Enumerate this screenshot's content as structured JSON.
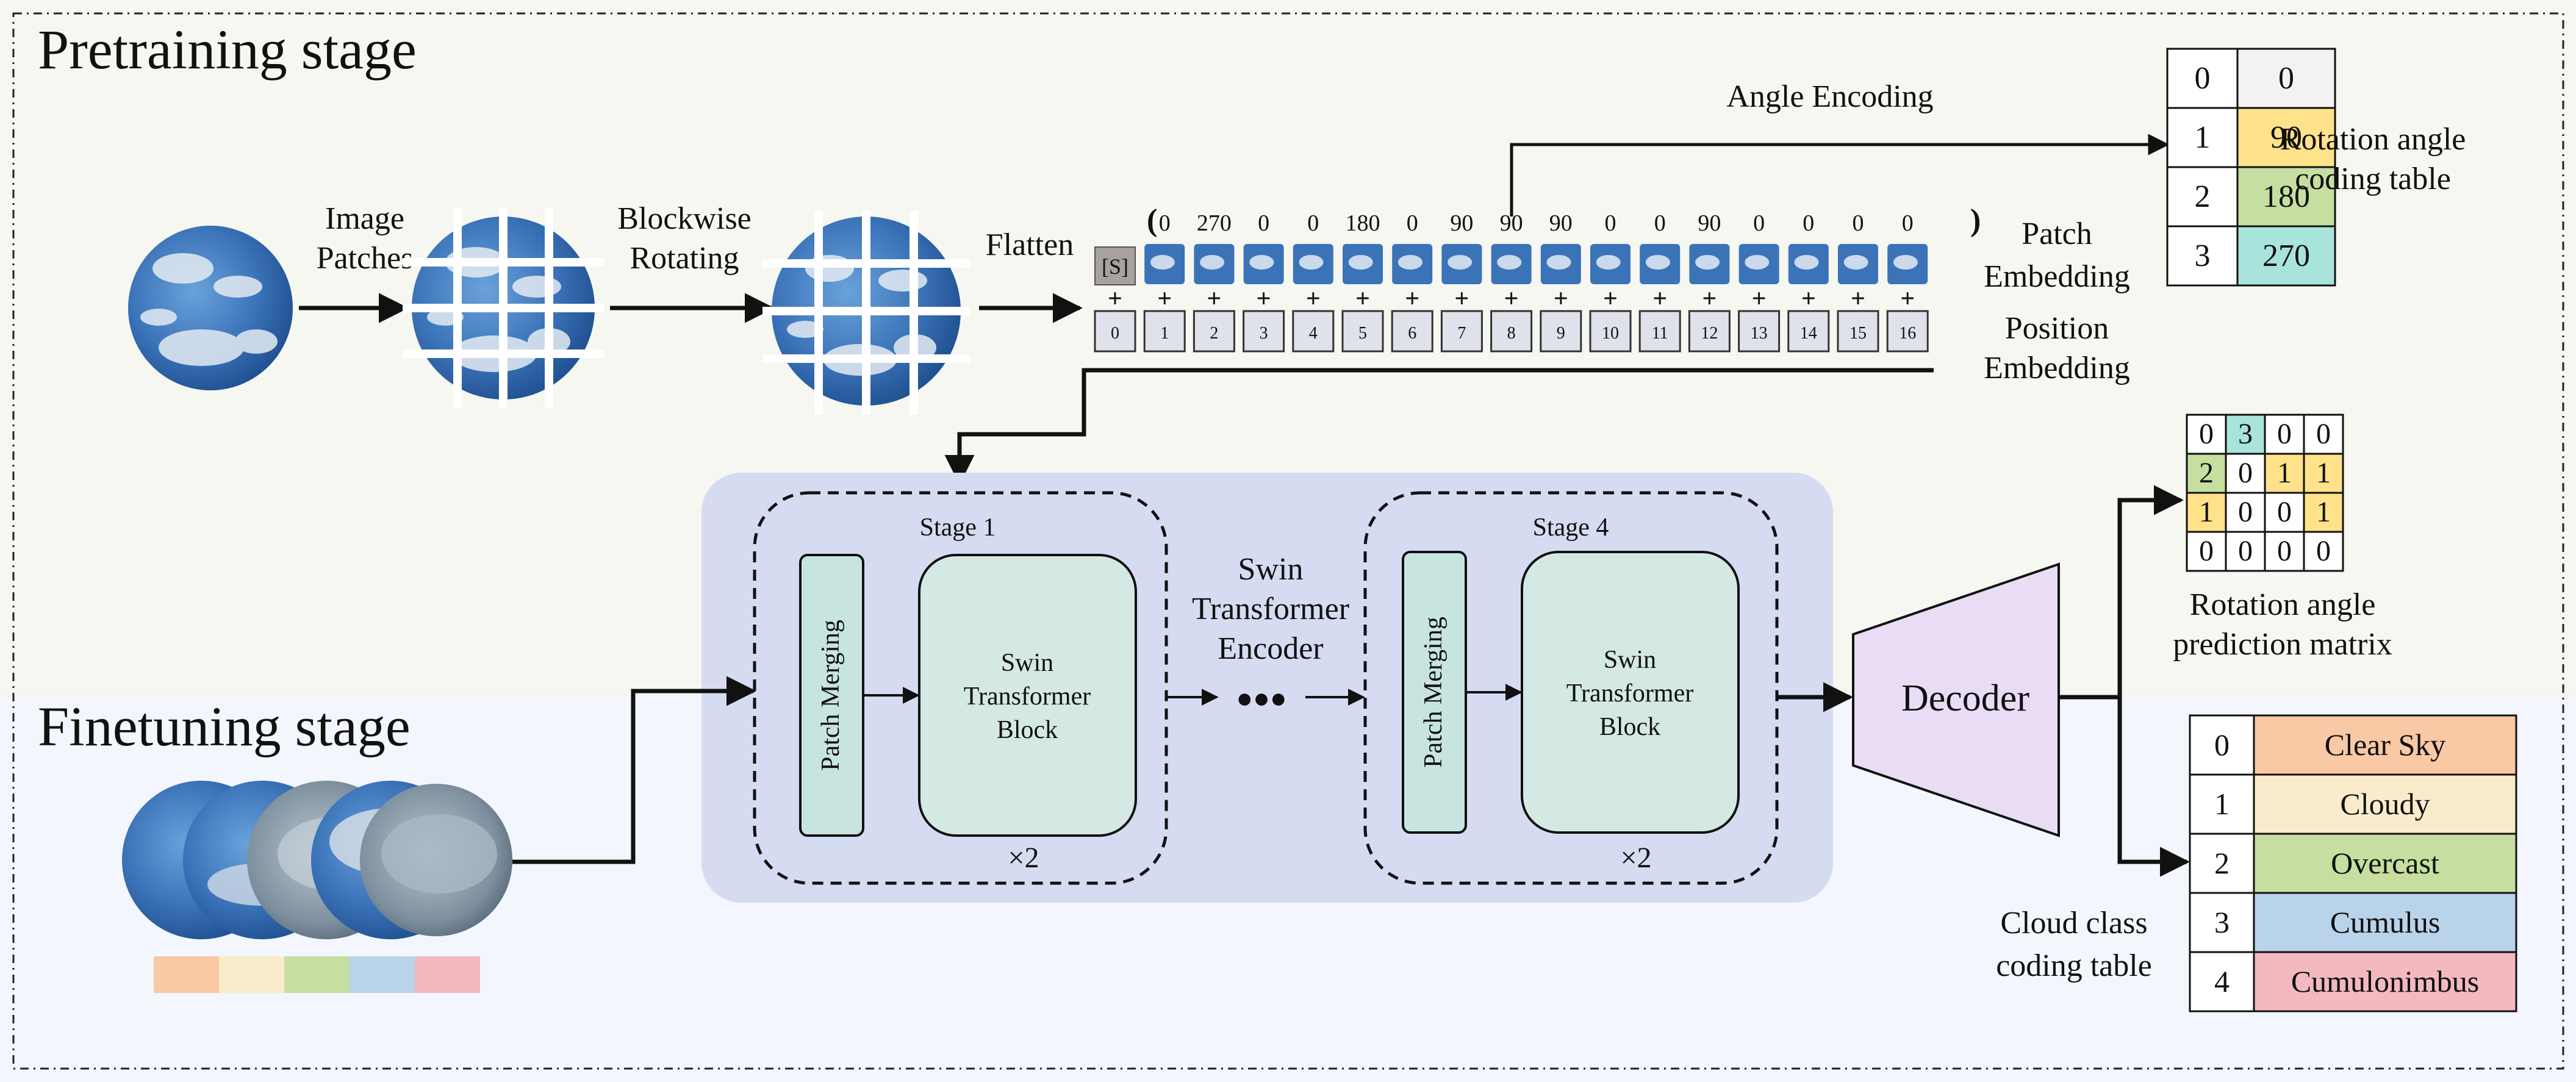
{
  "pretraining": {
    "title": "Pretraining stage",
    "image_patches_label": [
      "Image",
      "Patches"
    ],
    "blockwise_label": [
      "Blockwise",
      "Rotating"
    ],
    "flatten_label": "Flatten",
    "angle_encoding_label": "Angle Encoding",
    "patch_embedding_label": [
      "Patch",
      "Embedding"
    ],
    "position_embedding_label": [
      "Position",
      "Embedding"
    ],
    "special_token": "[S]",
    "plus": "+",
    "bracket_open": "(",
    "bracket_close": ")",
    "angle_sequence": [
      "0",
      "270",
      "0",
      "0",
      "180",
      "0",
      "90",
      "90",
      "90",
      "0",
      "0",
      "90",
      "0",
      "0",
      "0",
      "0"
    ],
    "position_indices": [
      "0",
      "1",
      "2",
      "3",
      "4",
      "5",
      "6",
      "7",
      "8",
      "9",
      "10",
      "11",
      "12",
      "13",
      "14",
      "15",
      "16"
    ],
    "rotation_table": {
      "caption": [
        "Rotation angle",
        "coding table"
      ],
      "rows": [
        {
          "code": "0",
          "angle": "0",
          "color": "#f2f2f2"
        },
        {
          "code": "1",
          "angle": "90",
          "color": "#ffe28a"
        },
        {
          "code": "2",
          "angle": "180",
          "color": "#c6dfa1"
        },
        {
          "code": "3",
          "angle": "270",
          "color": "#a8e4dc"
        }
      ]
    }
  },
  "encoder": {
    "label": [
      "Swin",
      "Transformer",
      "Encoder"
    ],
    "dots": "●●●",
    "stage1": {
      "title": "Stage 1",
      "merge": "Patch Merging",
      "block": [
        "Swin",
        "Transformer",
        "Block"
      ],
      "repeat": "×2"
    },
    "stage4": {
      "title": "Stage 4",
      "merge": "Patch Merging",
      "block": [
        "Swin",
        "Transformer",
        "Block"
      ],
      "repeat": "×2"
    }
  },
  "decoder": {
    "label": "Decoder"
  },
  "prediction_matrix": {
    "caption": [
      "Rotation angle",
      "prediction matrix"
    ],
    "rows": [
      [
        "0",
        "3",
        "0",
        "0"
      ],
      [
        "2",
        "0",
        "1",
        "1"
      ],
      [
        "1",
        "0",
        "0",
        "1"
      ],
      [
        "0",
        "0",
        "0",
        "0"
      ]
    ]
  },
  "finetuning": {
    "title": "Finetuning stage"
  },
  "cloud_table": {
    "caption": [
      "Cloud class",
      "coding table"
    ],
    "rows": [
      {
        "code": "0",
        "name": "Clear Sky",
        "color": "#f8c9a4"
      },
      {
        "code": "1",
        "name": "Cloudy",
        "color": "#faeccb"
      },
      {
        "code": "2",
        "name": "Overcast",
        "color": "#c6dea0"
      },
      {
        "code": "3",
        "name": "Cumulus",
        "color": "#b9d3ea"
      },
      {
        "code": "4",
        "name": "Cumulonimbus",
        "color": "#f3b8c0"
      }
    ]
  },
  "colors": {
    "encoder_bg": "#d5dcf2",
    "stage_block": "#d4e8e4",
    "stage_merge": "#c7e4e1",
    "decoder": "#e9dcf5",
    "finetune_bg": "#f3f6fc",
    "pretrain_bg": "#f5f7f0",
    "sky": "#3b73b8",
    "cloud": "#e4ebf3"
  }
}
